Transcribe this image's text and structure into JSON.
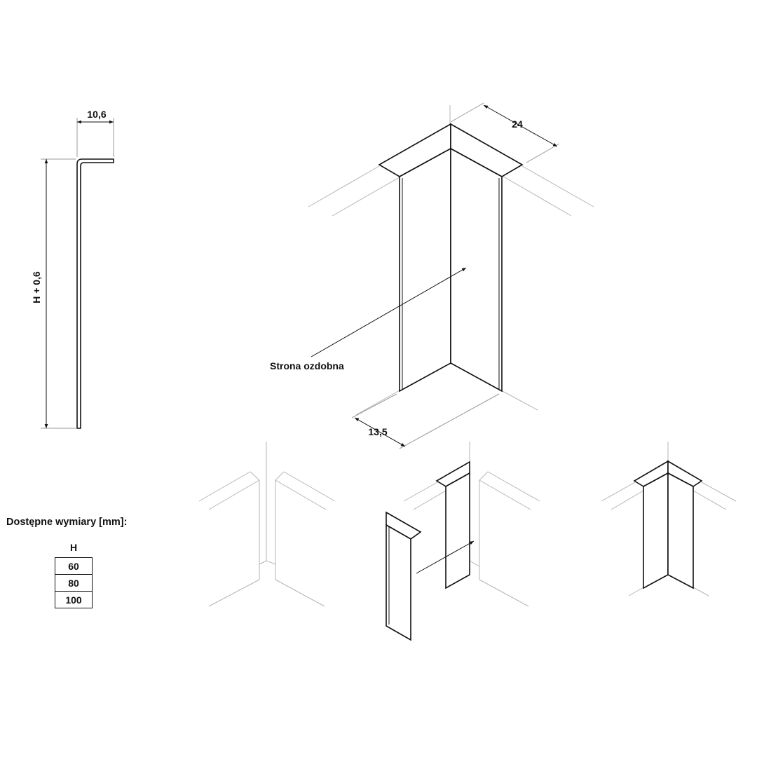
{
  "dimensions": {
    "top_flange": "10,6",
    "height": "H + 0,6",
    "depth": "24",
    "width": "13,5"
  },
  "annotation": {
    "decorative_side": "Strona ozdobna"
  },
  "available_sizes": {
    "title": "Dostępne wymiary [mm]:",
    "column_header": "H",
    "values": [
      "60",
      "80",
      "100"
    ]
  }
}
